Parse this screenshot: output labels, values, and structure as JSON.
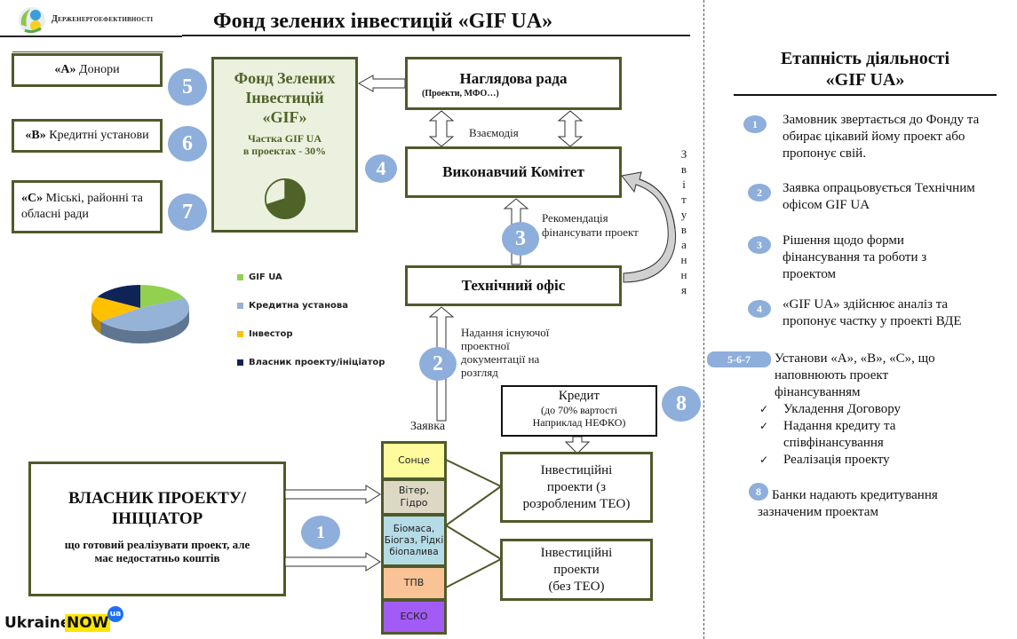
{
  "header": {
    "agency_name": "Держенергоефективності",
    "title": "Фонд зелених інвестицій «GIF UA»"
  },
  "donors": [
    {
      "prefix": "«A»",
      "label": "Донори",
      "badge": "5"
    },
    {
      "prefix": "«B»",
      "label": "Кредитні установи",
      "badge": "6"
    },
    {
      "prefix": "«C»",
      "label": "Міські, районні та обласні ради",
      "badge": "7"
    }
  ],
  "fund": {
    "title_line1": "Фонд Зелених",
    "title_line2": "Інвестицій",
    "title_line3": "«GIF»",
    "share_line1": "Частка GIF UA",
    "share_line2": "в проектах - 30%",
    "share_value_percent": 30
  },
  "supervisory_board": {
    "title": "Наглядова рада",
    "subtitle": "(Проекти, МФО…)"
  },
  "interaction_label": "Взаємодія",
  "executive_committee": {
    "title": "Виконавчий Комітет",
    "badge": "4"
  },
  "recommendation": {
    "text_line1": "Рекомендація",
    "text_line2": "фінансувати проект",
    "badge": "3"
  },
  "reporting_label": [
    "З",
    "в",
    "і",
    "т",
    "у",
    "в",
    "а",
    "н",
    "н",
    "я"
  ],
  "technical_office": {
    "title": "Технічний офіс"
  },
  "documentation": {
    "lines": [
      "Надання існуючої",
      "проектної",
      "документації на",
      "розгляд"
    ],
    "badge": "2"
  },
  "application_label": "Заявка",
  "credit": {
    "title": "Кредит",
    "line2": "(до 70% вартості",
    "line3": "Наприклад НЕФКО)",
    "badge": "8"
  },
  "owner": {
    "title_line1": "ВЛАСНИК ПРОЕКТУ/",
    "title_line2": "ІНІЦІАТОР",
    "desc_line1": "що готовий реалізувати проект, але",
    "desc_line2": "має недостатньо коштів",
    "badge": "1"
  },
  "categories": [
    {
      "label": "Сонце",
      "color": "#fdfb9c"
    },
    {
      "label": "Вітер, Гідро",
      "color": "#ddd8c4"
    },
    {
      "label": "Біомаса, Біогаз, Рідкі біопалива",
      "color": "#b4dbe6"
    },
    {
      "label": "ТПВ",
      "color": "#f9c396"
    },
    {
      "label": "ЕСКО",
      "color": "#a25cf5"
    }
  ],
  "investment_projects": [
    {
      "line1": "Інвестиційні",
      "line2": "проекти (з",
      "line3": "розробленим  ТЕО)"
    },
    {
      "line1": "Інвестиційні",
      "line2": "проекти",
      "line3": "(без ТЕО)"
    }
  ],
  "pie_legend": [
    {
      "label": "GIF UA",
      "color": "#92d050"
    },
    {
      "label": "Кредитна  установа",
      "color": "#95b3d7"
    },
    {
      "label": "Інвестор",
      "color": "#ffc000"
    },
    {
      "label": "Власник  проекту/ініціатор",
      "color": "#0f2357"
    }
  ],
  "chart_data": {
    "type": "pie",
    "title": "",
    "categories": [
      "GIF UA",
      "Кредитна установа",
      "Інвестор",
      "Власник проекту/ініціатор"
    ],
    "values": [
      18,
      47,
      18,
      17
    ],
    "legend": "right"
  },
  "stages": {
    "title_line1": "Етапність діяльності",
    "title_line2": "«GIF UA»",
    "items": [
      {
        "badge": "1",
        "text": "Замовник  звертається до Фонду та обирає  цікавий  йому проект або пропонує  свій."
      },
      {
        "badge": "2",
        "text": "Заявка опрацьовується Технічним  офісом  GIF UA"
      },
      {
        "badge": "3",
        "text": "Рішення  щодо форми фінансування  та роботи з проектом"
      },
      {
        "badge": "4",
        "text": "«GIF UA» здійснює  аналіз  та пропонує  частку у проекті ВДЕ"
      },
      {
        "badge": "5-6-7",
        "text": "Установи «А», «В», «С», що наповнюють  проект фінансуванням"
      },
      {
        "badge": "8",
        "text": "Банки  надають кредитування зазначеним  проектам"
      }
    ],
    "checklist": [
      "Укладення Договору",
      "Надання  кредиту та співфінансування",
      "Реалізація  проекту"
    ]
  },
  "footer_logo": {
    "text1": "Ukraine",
    "text2": "NOW",
    "sup": "ua"
  }
}
